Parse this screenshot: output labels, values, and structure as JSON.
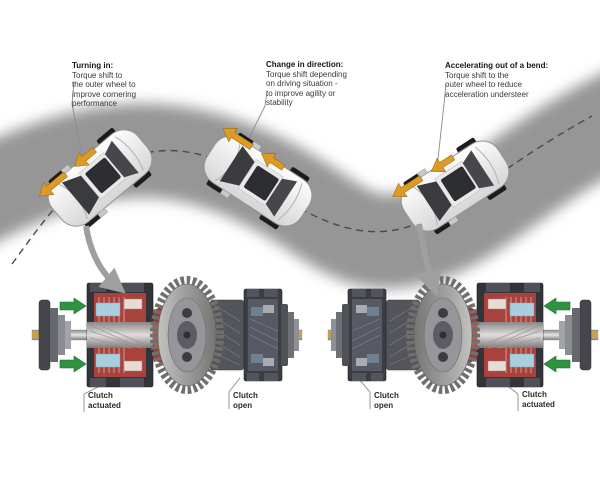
{
  "annotations": {
    "turning_in": {
      "heading": "Turning in:",
      "body": "Torque shift to\nthe outer wheel to\nimprove cornering\nperformance"
    },
    "change_in_direction": {
      "heading": "Change in direction:",
      "body": "Torque shift depending\non driving situation -\nto improve agility or\nstability"
    },
    "accelerating_out": {
      "heading": "Accelerating out of a bend:",
      "body": "Torque shift to the\nouter wheel to reduce\nacceleration understeer"
    }
  },
  "differential_left": {
    "left_clutch_label": "Clutch\nactuated",
    "right_clutch_label": "Clutch\nopen"
  },
  "differential_right": {
    "left_clutch_label": "Clutch\nopen",
    "right_clutch_label": "Clutch\nactuated"
  },
  "icons": {
    "connector_arrow": "curved-down-arrow",
    "torque_arrow": "forward-arrow-at-wheel",
    "force_arrow": "inward-green-arrow"
  },
  "colors": {
    "road": "#969696",
    "torque_arrow_orange": "#dd9a25",
    "force_arrow_green": "#2f9240",
    "clutch_actuated_red": "#a8423c",
    "clutch_cone_red": "#9c3c36",
    "clutch_cool_blue": "#a9cfdf",
    "gold_shaft": "#c9a13e",
    "housing_dark": "#33343a"
  }
}
